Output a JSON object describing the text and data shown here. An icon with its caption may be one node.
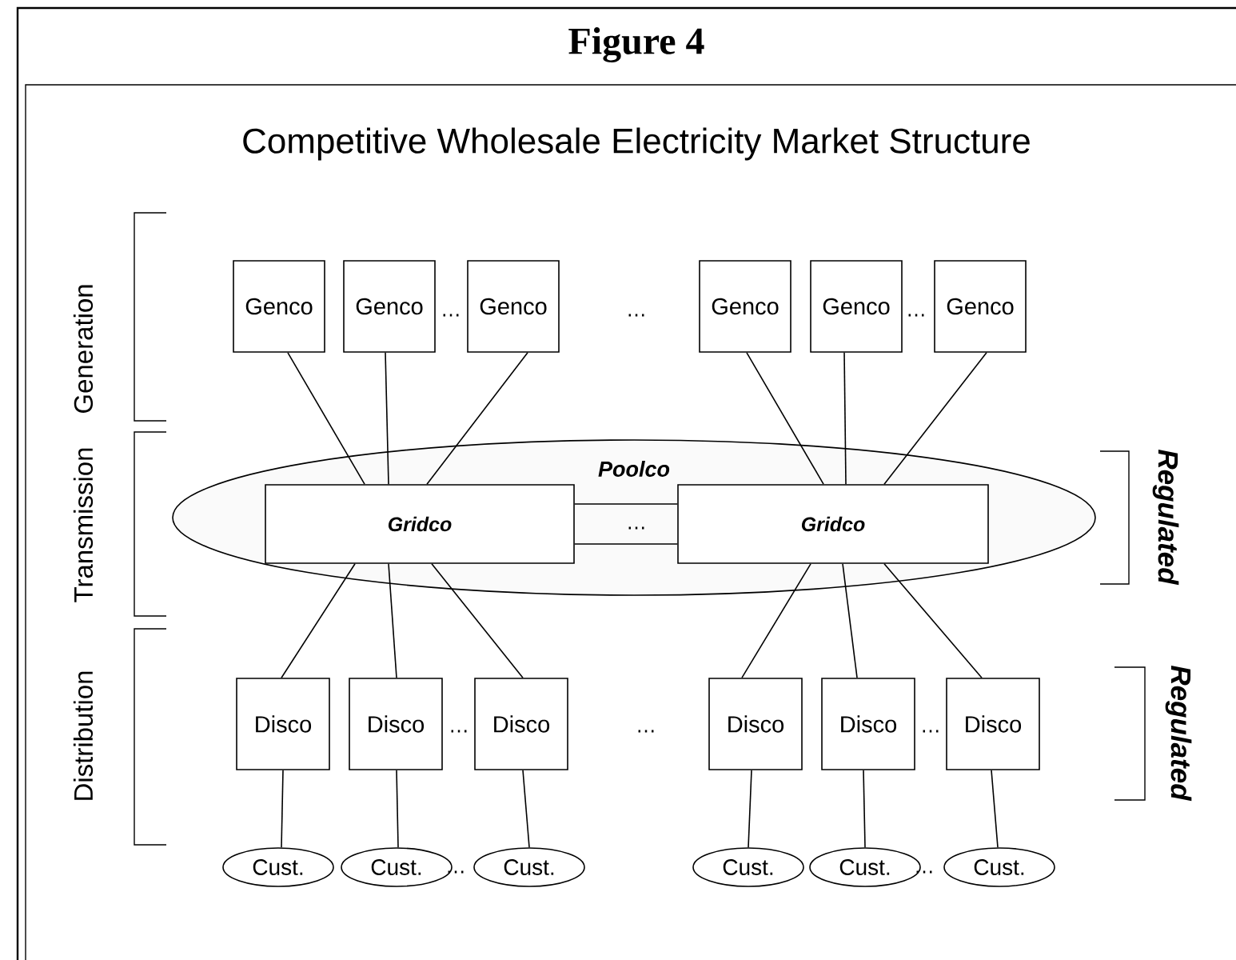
{
  "diagram": {
    "title": "Competitive Wholesale Electricity Market Structure",
    "caption": "Figure 4",
    "nodes": [
      {
        "text": [
          "Genco"
        ]
      },
      {
        "text": [
          "Genco"
        ]
      },
      {
        "text": [
          "Genco"
        ]
      },
      {
        "text": [
          "Genco"
        ]
      },
      {
        "text": [
          "Genco"
        ]
      },
      {
        "text": [
          "Genco"
        ]
      },
      {
        "text": [
          "Poolco"
        ]
      },
      {
        "text": [
          "Gridco"
        ],
        "in": 6
      },
      {
        "text": [
          "Gridco"
        ],
        "in": 6
      },
      {
        "text": [
          "Disco"
        ]
      },
      {
        "text": [
          "Disco"
        ]
      },
      {
        "text": [
          "Disco"
        ]
      },
      {
        "text": [
          "Disco"
        ]
      },
      {
        "text": [
          "Disco"
        ]
      },
      {
        "text": [
          "Disco"
        ]
      },
      {
        "text": [
          "Cust."
        ]
      },
      {
        "text": [
          "Cust."
        ]
      },
      {
        "text": [
          "Cust."
        ]
      },
      {
        "text": [
          "Cust."
        ]
      },
      {
        "text": [
          "Cust."
        ]
      },
      {
        "text": [
          "Cust."
        ]
      }
    ],
    "edges": [
      {
        "from": 0,
        "to": 7,
        "arrow": "none"
      },
      {
        "from": 1,
        "to": 7,
        "arrow": "none"
      },
      {
        "from": 2,
        "to": 7,
        "arrow": "none"
      },
      {
        "from": 3,
        "to": 8,
        "arrow": "none"
      },
      {
        "from": 4,
        "to": 8,
        "arrow": "none"
      },
      {
        "from": 5,
        "to": 8,
        "arrow": "none"
      },
      {
        "from": 7,
        "to": 8,
        "arrow": "none"
      },
      {
        "from": 7,
        "to": 8,
        "arrow": "none"
      },
      {
        "from": 7,
        "to": 9,
        "arrow": "none"
      },
      {
        "from": 7,
        "to": 10,
        "arrow": "none"
      },
      {
        "from": 7,
        "to": 11,
        "arrow": "none"
      },
      {
        "from": 8,
        "to": 12,
        "arrow": "none"
      },
      {
        "from": 8,
        "to": 13,
        "arrow": "none"
      },
      {
        "from": 8,
        "to": 14,
        "arrow": "none"
      },
      {
        "from": 9,
        "to": 15,
        "arrow": "none"
      },
      {
        "from": 10,
        "to": 16,
        "arrow": "none"
      },
      {
        "from": 11,
        "to": 17,
        "arrow": "none"
      },
      {
        "from": 12,
        "to": 18,
        "arrow": "none"
      },
      {
        "from": 13,
        "to": 19,
        "arrow": "none"
      },
      {
        "from": 14,
        "to": 20,
        "arrow": "none"
      }
    ],
    "labels": [
      "Generation",
      "…",
      "…",
      "…",
      "Transmission",
      "…",
      "Regulated",
      "Distribution",
      "…",
      "…",
      "…",
      "Regulated",
      "…",
      "…"
    ]
  }
}
